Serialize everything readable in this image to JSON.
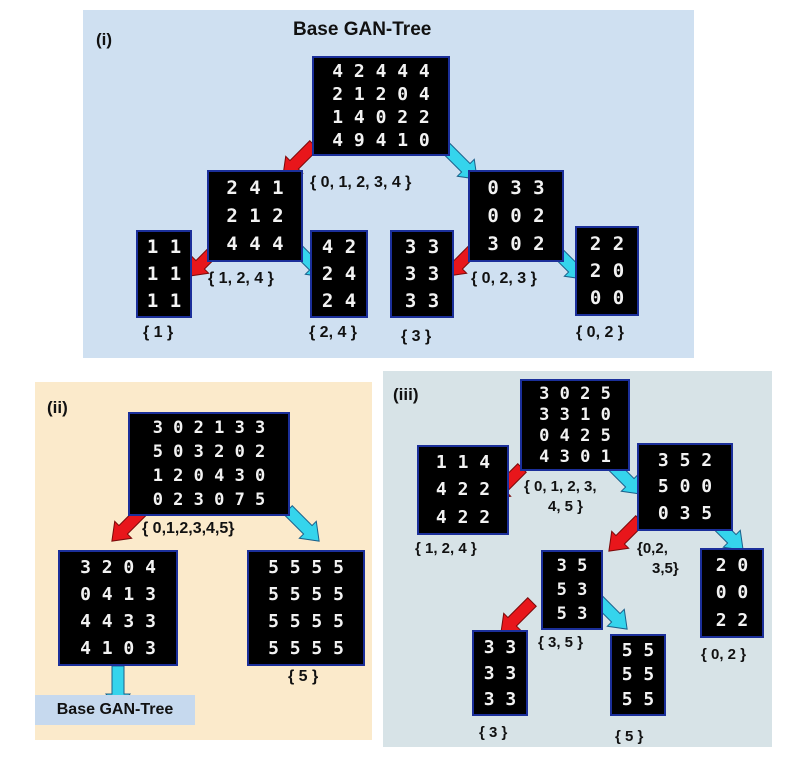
{
  "panel1": {
    "label": "(i)",
    "title": "Base GAN-Tree",
    "root": {
      "rows": [
        "4 2 4 4 4",
        "2 1 2 0 4",
        "1 4 0 2 2",
        "4 9 4 1 0"
      ],
      "label": "{ 0, 1, 2, 3, 4 }"
    },
    "left": {
      "rows": [
        "2 4 1",
        "2 1 2",
        "4 4 4"
      ],
      "label": "{ 1, 2, 4 }"
    },
    "right": {
      "rows": [
        "0 3 3",
        "0 0 2",
        "3 0 2"
      ],
      "label": "{ 0, 2, 3 }"
    },
    "ll": {
      "rows": [
        "1 1",
        "1 1",
        "1 1"
      ],
      "label": "{ 1 }"
    },
    "lr": {
      "rows": [
        "4 2",
        "2 4",
        "2 4"
      ],
      "label": "{ 2, 4 }"
    },
    "rl": {
      "rows": [
        "3 3",
        "3 3",
        "3 3"
      ],
      "label": "{ 3 }"
    },
    "rr": {
      "rows": [
        "2 2",
        "2 0",
        "0 0"
      ],
      "label": "{ 0, 2 }"
    }
  },
  "panel2": {
    "label": "(ii)",
    "root": {
      "rows": [
        "3 0 2 1 3 3",
        "5 0 3 2 0 2",
        "1 2 0 4 3 0",
        "0 2 3 0 7 5"
      ],
      "label": "{ 0,1,2,3,4,5}"
    },
    "left": {
      "rows": [
        "3 2 0 4",
        "0 4 1 3",
        "4 4 3 3",
        "4 1 0 3"
      ]
    },
    "right": {
      "rows": [
        "5 5 5 5",
        "5 5 5 5",
        "5 5 5 5",
        "5 5 5 5"
      ],
      "label": "{ 5 }"
    },
    "base_label": "Base GAN-Tree"
  },
  "panel3": {
    "label": "(iii)",
    "root": {
      "rows": [
        "3 0 2 5",
        "3 3 1 0",
        "0 4 2 5",
        "4 3 0 1"
      ],
      "label1": "{ 0, 1, 2, 3,",
      "label2": "4, 5 }"
    },
    "left": {
      "rows": [
        "1 1 4",
        "4 2 2",
        "4 2 2"
      ],
      "label": "{ 1, 2, 4 }"
    },
    "right": {
      "rows": [
        "3 5 2",
        "5 0 0",
        "0 3 5"
      ],
      "label1": "{0,2,",
      "label2": "3,5}"
    },
    "mid": {
      "rows": [
        "3 5",
        "5 3",
        "5 3"
      ],
      "label": "{ 3, 5 }"
    },
    "r2": {
      "rows": [
        "2 0",
        "0 0",
        "2 2"
      ],
      "label": "{ 0, 2 }"
    },
    "m3": {
      "rows": [
        "3 3",
        "3 3",
        "3 3"
      ],
      "label": "{ 3 }"
    },
    "m5": {
      "rows": [
        "5 5",
        "5 5",
        "5 5"
      ],
      "label": "{ 5 }"
    }
  },
  "colors": {
    "red_arrow": "#e8161b",
    "cyan_arrow": "#35d4ec",
    "panel1_bg": "#cfe0f1",
    "panel2_bg": "#fbeacb",
    "panel3_bg": "#d7e3e7"
  }
}
